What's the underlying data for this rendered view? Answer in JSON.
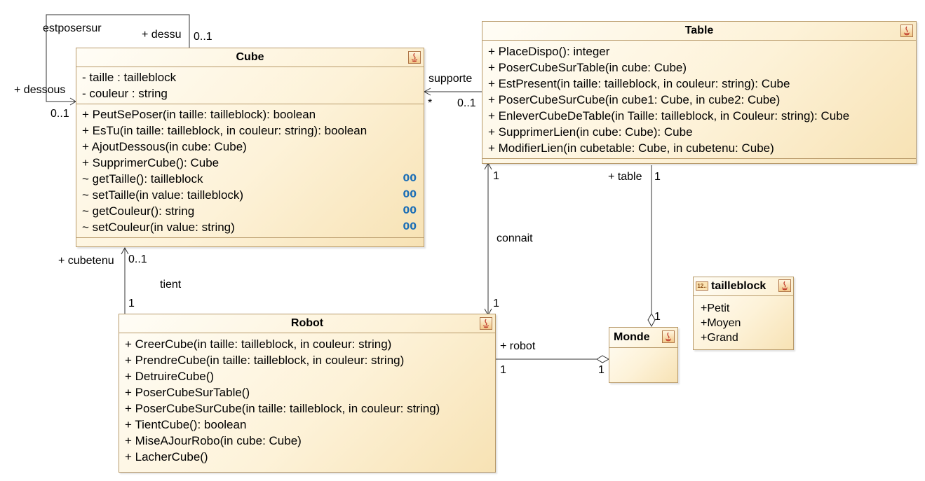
{
  "classes": {
    "cube": {
      "name": "Cube",
      "attributes": [
        "- taille : tailleblock",
        "- couleur : string"
      ],
      "operations": [
        {
          "text": "+ PeutSePoser(in taille: tailleblock): boolean",
          "marker": ""
        },
        {
          "text": "+ EsTu(in taille: tailleblock, in couleur: string): boolean",
          "marker": ""
        },
        {
          "text": "+ AjoutDessous(in cube: Cube)",
          "marker": ""
        },
        {
          "text": "+ SupprimerCube(): Cube",
          "marker": ""
        },
        {
          "text": "~ getTaille(): tailleblock",
          "marker": "00"
        },
        {
          "text": "~ setTaille(in value: tailleblock)",
          "marker": "00"
        },
        {
          "text": "~ getCouleur(): string",
          "marker": "00"
        },
        {
          "text": "~ setCouleur(in value: string)",
          "marker": "00"
        }
      ]
    },
    "table": {
      "name": "Table",
      "operations": [
        "+ PlaceDispo(): integer",
        "+ PoserCubeSurTable(in cube: Cube)",
        "+ EstPresent(in taille: tailleblock, in couleur: string): Cube",
        "+ PoserCubeSurCube(in cube1: Cube, in cube2: Cube)",
        "+ EnleverCubeDeTable(in Taille: tailleblock, in Couleur: string): Cube",
        "+ SupprimerLien(in cube: Cube): Cube",
        "+ ModifierLien(in cubetable: Cube, in cubetenu: Cube)"
      ]
    },
    "robot": {
      "name": "Robot",
      "operations": [
        "+ CreerCube(in taille: tailleblock, in couleur: string)",
        "+ PrendreCube(in taille: tailleblock, in couleur: string)",
        "+ DetruireCube()",
        "+ PoserCubeSurTable()",
        "+ PoserCubeSurCube(in taille: tailleblock, in couleur: string)",
        "+ TientCube(): boolean",
        "+ MiseAJourRobo(in cube: Cube)",
        "+ LacherCube()"
      ]
    },
    "monde": {
      "name": "Monde"
    },
    "tailleblock": {
      "name": "tailleblock",
      "badge": "12..",
      "literals": [
        "+Petit",
        "+Moyen",
        "+Grand"
      ]
    }
  },
  "associations": {
    "self_cube": {
      "name": "estposersur",
      "role_top": "+ dessu",
      "mult_top": "0..1",
      "role_left": "+ dessous",
      "mult_left": "0..1"
    },
    "table_cube": {
      "name": "supporte",
      "mult_cube": "*",
      "mult_table": "0..1"
    },
    "robot_cube": {
      "name": "tient",
      "role_cube": "+ cubetenu",
      "mult_cube": "0..1",
      "mult_robot": "1"
    },
    "robot_table": {
      "name": "connait",
      "mult_table": "1",
      "mult_robot": "1"
    },
    "monde_table": {
      "role": "+ table",
      "mult_table": "1",
      "mult_monde": "1"
    },
    "monde_robot": {
      "role": "+ robot",
      "mult_robot": "1",
      "mult_monde": "1"
    }
  }
}
